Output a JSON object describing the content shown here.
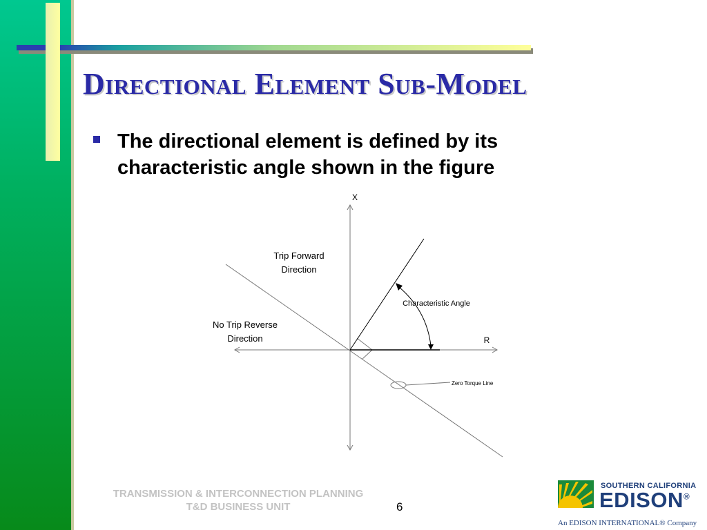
{
  "slide": {
    "title": "Directional Element Sub-Model",
    "bullets": [
      "The directional element is defined by its characteristic angle shown in the figure"
    ],
    "page_number": "6"
  },
  "diagram": {
    "x_axis_label": "X",
    "r_axis_label": "R",
    "trip_forward_line1": "Trip Forward",
    "trip_forward_line2": "Direction",
    "no_trip_line1": "No Trip Reverse",
    "no_trip_line2": "Direction",
    "characteristic_angle": "Characteristic Angle",
    "zero_torque_line": "Zero Torque Line"
  },
  "footer": {
    "line1": "TRANSMISSION & INTERCONNECTION PLANNING",
    "line2": "T&D BUSINESS UNIT"
  },
  "logo": {
    "line1": "SOUTHERN CALIFORNIA",
    "line2": "EDISON",
    "trademark": "®",
    "tagline": "An EDISON INTERNATIONAL® Company",
    "icon": "sun-icon"
  },
  "colors": {
    "title": "#2a2aa6",
    "band_top": "#00c890",
    "band_bottom": "#078a1a",
    "footer_text": "#c3c3c3",
    "logo_blue": "#1f3f7a",
    "logo_green": "#1a8a3a",
    "logo_sun": "#f5c400"
  }
}
